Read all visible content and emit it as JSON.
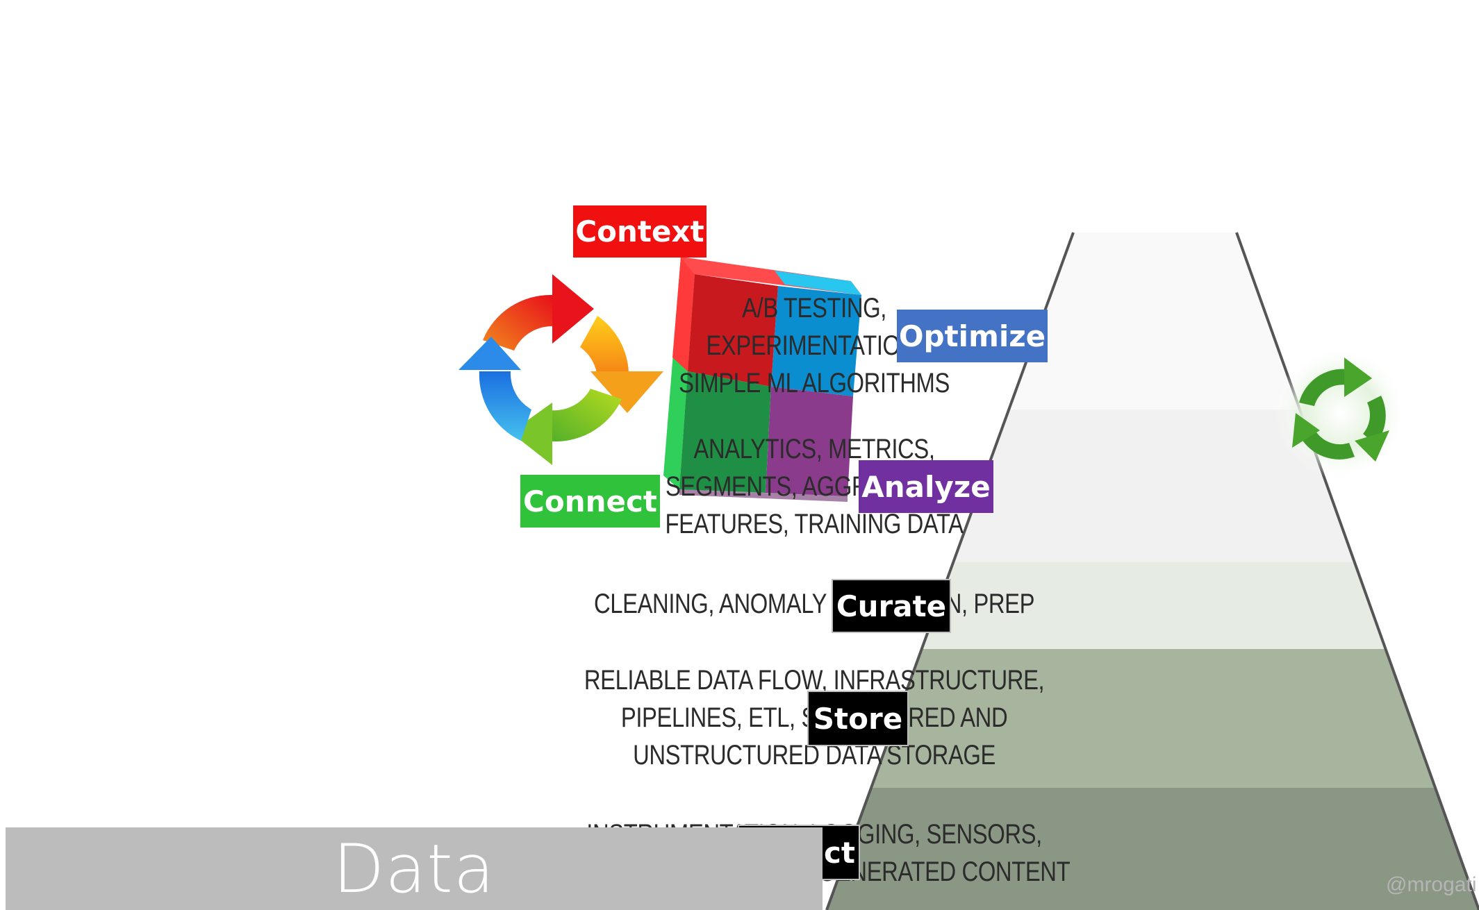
{
  "tags": {
    "context": "Context",
    "optimize": "Optimize",
    "analyze": "Analyze",
    "connect": "Connect",
    "curate": "Curate",
    "store": "Store",
    "collect": "Collect"
  },
  "pyramid": {
    "layers": [
      {
        "lines": [
          "A/B TESTING,",
          "EXPERIMENTATION,",
          "SIMPLE ML ALGORITHMS"
        ]
      },
      {
        "lines": [
          "ANALYTICS, METRICS,",
          "SEGMENTS, AGGREGATES,",
          "FEATURES, TRAINING DATA"
        ]
      },
      {
        "lines": [
          "CLEANING, ANOMALY DETECTION, PREP"
        ]
      },
      {
        "lines": [
          "RELIABLE DATA FLOW, INFRASTRUCTURE,",
          "PIPELINES, ETL, STRUCTURED AND",
          "UNSTRUCTURED DATA STORAGE"
        ]
      },
      {
        "lines": [
          "INSTRUMENTATION, LOGGING, SENSORS,",
          "EXTERNAL DATA, USER GENERATED CONTENT"
        ]
      }
    ],
    "watermark": "@mrogati"
  },
  "data_bar": {
    "label": "Data"
  },
  "colors": {
    "context": "#f01010",
    "optimize": "#4472c4",
    "analyze": "#7030a0",
    "connect": "#2fc23a",
    "cube_red": "#c8191f",
    "cube_blue": "#0a8ed0",
    "cube_green": "#1e8f45",
    "cube_purple": "#8a3b8c"
  },
  "icons": [
    "cycle-arrows-icon",
    "cube-icon",
    "green-recycle-icon"
  ]
}
